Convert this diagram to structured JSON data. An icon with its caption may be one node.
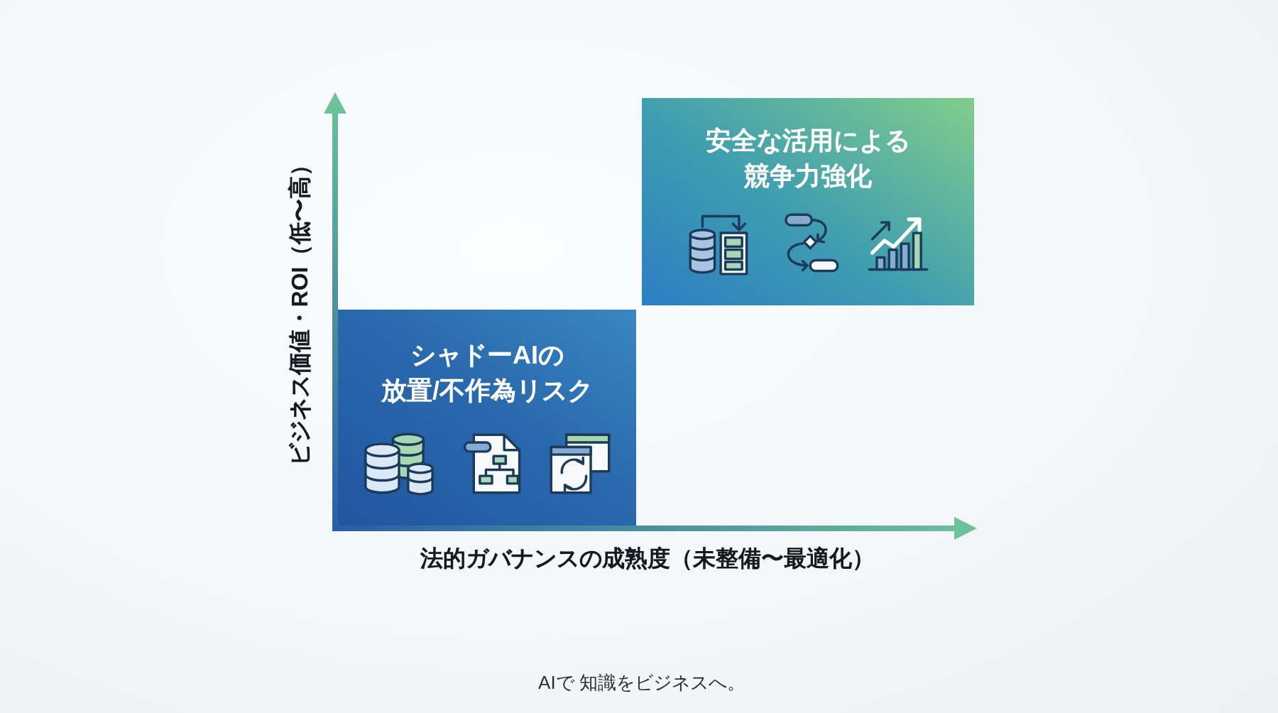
{
  "diagram": {
    "nodes": [
      {
        "text": [
          "シャドーAIの放置/不作為リスク"
        ]
      },
      {
        "text": [
          "安全な活用による競争力強化"
        ]
      }
    ],
    "labels": [
      "ビジネス価値・ROI（低〜高）",
      "法的ガバナンスの成熟度（未整備〜最適化）",
      "AIで 知識をビジネスへ。"
    ]
  }
}
